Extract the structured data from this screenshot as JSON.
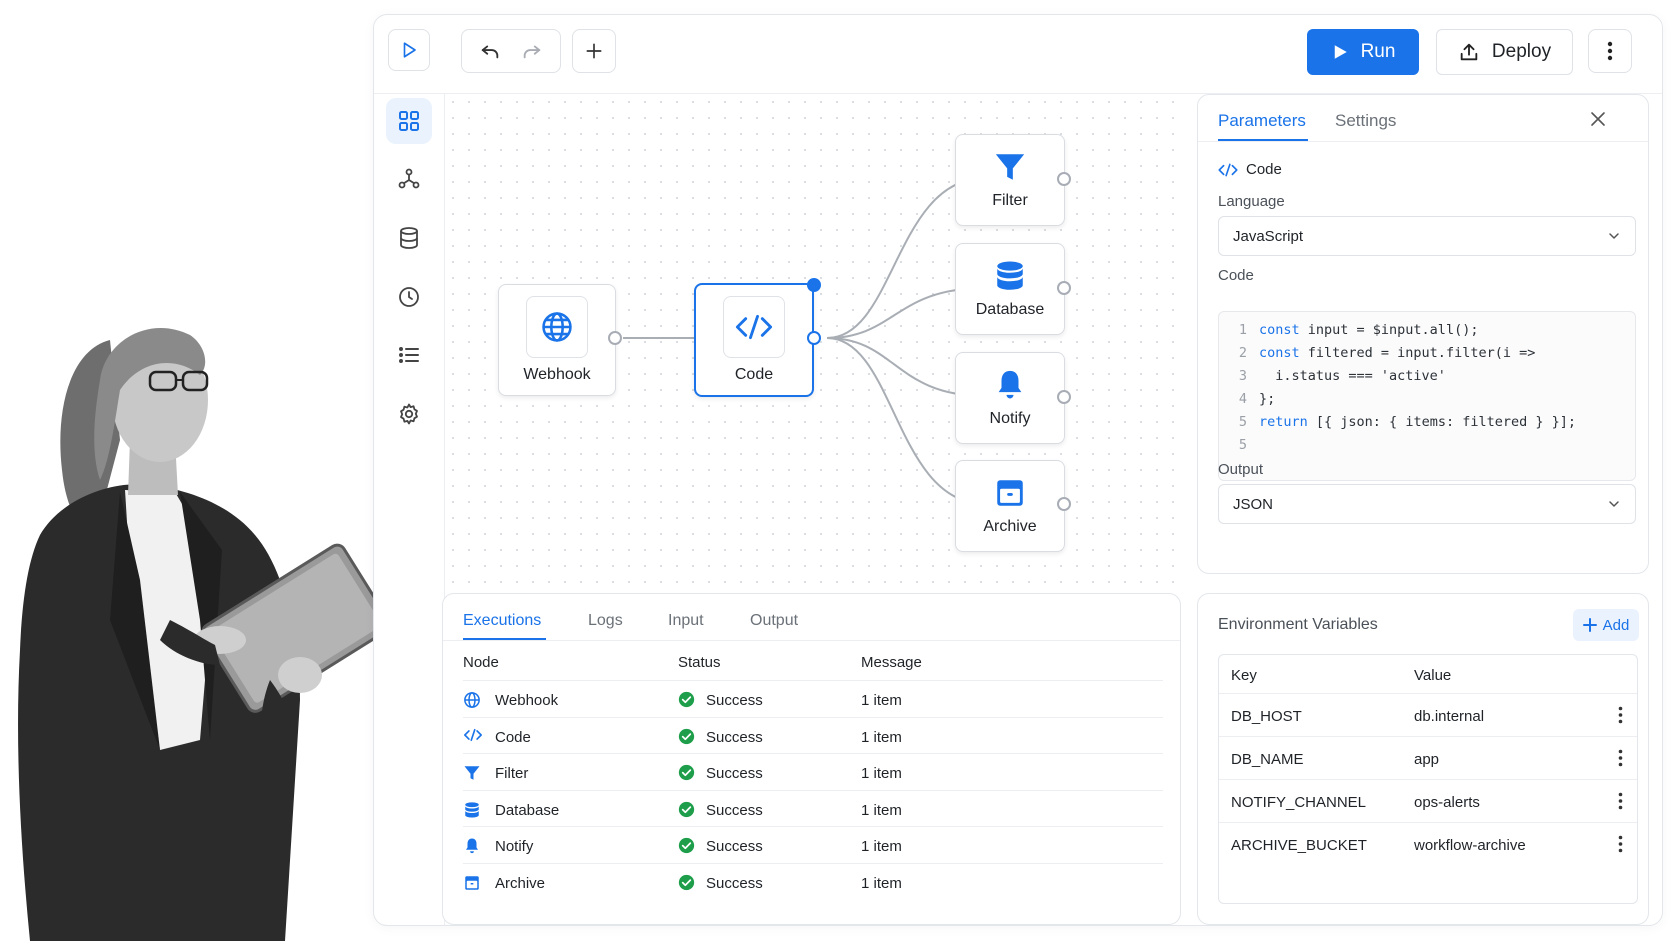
{
  "toolbar": {
    "run_label": "Run",
    "deploy_label": "Deploy"
  },
  "canvas": {
    "nodes": {
      "webhook": "Webhook",
      "code": "Code",
      "filter": "Filter",
      "database": "Database",
      "notify": "Notify",
      "archive": "Archive"
    }
  },
  "params": {
    "tabs": [
      "Parameters",
      "Settings"
    ],
    "node_title": "Code",
    "language_label": "Language",
    "language_value": "JavaScript",
    "code_label": "Code",
    "code_lines": [
      {
        "n": "1",
        "kw": "const",
        "rest": " input = $input.all();"
      },
      {
        "n": "2",
        "kw": "const",
        "rest": " filtered = input.filter(i =>"
      },
      {
        "n": "3",
        "kw": "",
        "rest": "  i.status === 'active'"
      },
      {
        "n": "4",
        "kw": "",
        "rest": "};"
      },
      {
        "n": "5",
        "kw": "return",
        "rest": " [{ json: { items: filtered } }];"
      },
      {
        "n": "5",
        "kw": "",
        "rest": ""
      }
    ],
    "output_label": "Output",
    "output_value": "JSON"
  },
  "executions": {
    "tabs": [
      "Executions",
      "Logs",
      "Input",
      "Output"
    ],
    "headers": [
      "Node",
      "Status",
      "Message"
    ],
    "rows": [
      {
        "node": "Webhook",
        "status": "Success",
        "message": "1 item"
      },
      {
        "node": "Code",
        "status": "Success",
        "message": "1 item"
      },
      {
        "node": "Filter",
        "status": "Success",
        "message": "1 item"
      },
      {
        "node": "Database",
        "status": "Success",
        "message": "1 item"
      },
      {
        "node": "Notify",
        "status": "Success",
        "message": "1 item"
      },
      {
        "node": "Archive",
        "status": "Success",
        "message": "1 item"
      }
    ]
  },
  "env": {
    "title": "Environment Variables",
    "add_label": "Add",
    "headers": [
      "Key",
      "Value"
    ],
    "rows": [
      {
        "key": "DB_HOST",
        "value": "db.internal"
      },
      {
        "key": "DB_NAME",
        "value": "app"
      },
      {
        "key": "NOTIFY_CHANNEL",
        "value": "ops-alerts"
      },
      {
        "key": "ARCHIVE_BUCKET",
        "value": "workflow-archive"
      }
    ]
  },
  "colors": {
    "accent": "#1a73e8",
    "success": "#1e9e4a",
    "border": "#e3e6ea"
  },
  "icons": {
    "sidebar": [
      "grid-icon",
      "workflow-icon",
      "database-icon",
      "history-icon",
      "list-icon",
      "settings-icon"
    ],
    "toolbar": [
      "play-icon",
      "undo-icon",
      "redo-icon",
      "plus-icon",
      "upload-icon",
      "more-vertical-icon"
    ]
  }
}
